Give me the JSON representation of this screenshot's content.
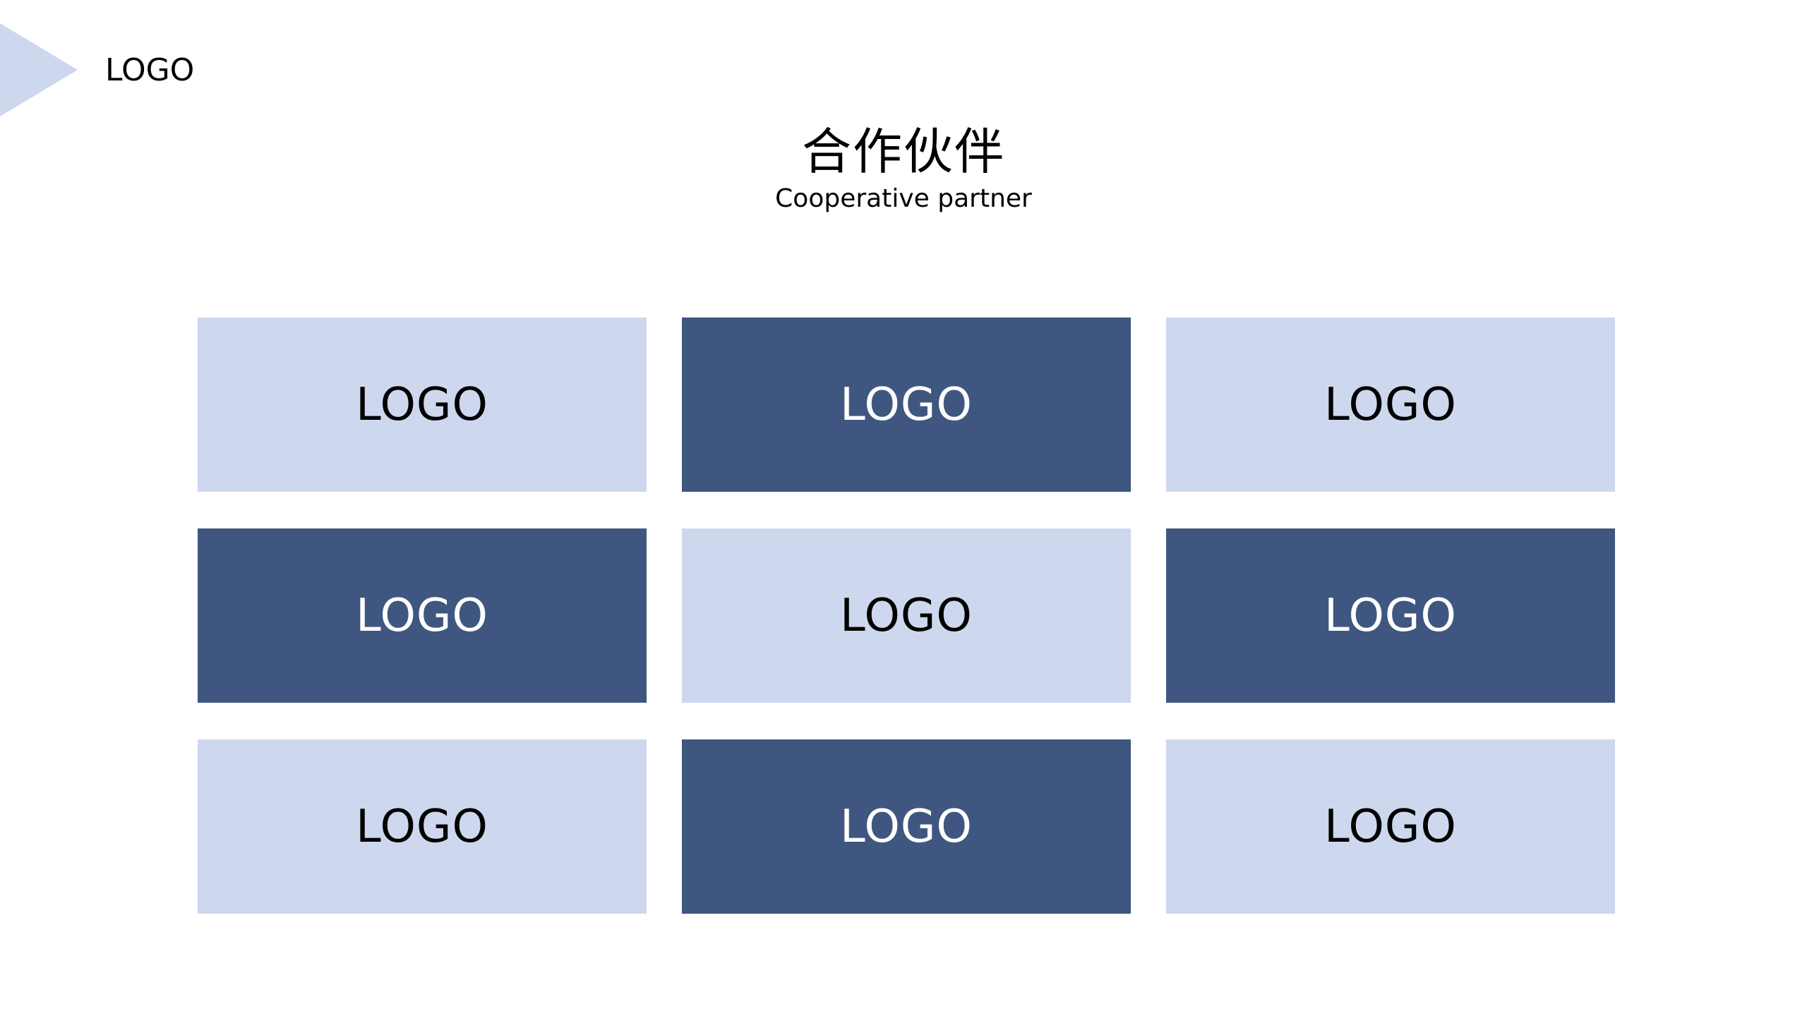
{
  "header": {
    "logo_text": "LOGO"
  },
  "title": {
    "main": "合作伙伴",
    "subtitle": "Cooperative partner"
  },
  "colors": {
    "light_tile": "#cdd8ee",
    "dark_tile": "#3f5780",
    "accent_triangle": "#cdd8ee"
  },
  "partners": [
    {
      "label": "LOGO",
      "style": "light"
    },
    {
      "label": "LOGO",
      "style": "dark"
    },
    {
      "label": "LOGO",
      "style": "light"
    },
    {
      "label": "LOGO",
      "style": "dark"
    },
    {
      "label": "LOGO",
      "style": "light"
    },
    {
      "label": "LOGO",
      "style": "dark"
    },
    {
      "label": "LOGO",
      "style": "light"
    },
    {
      "label": "LOGO",
      "style": "dark"
    },
    {
      "label": "LOGO",
      "style": "light"
    }
  ]
}
